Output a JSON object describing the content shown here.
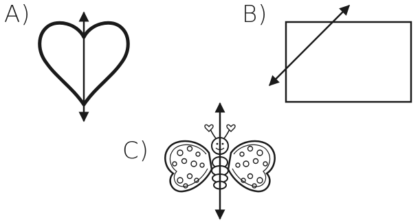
{
  "labels": {
    "a": "A)",
    "b": "B)",
    "c": "C)"
  },
  "figures": {
    "a": {
      "shape": "heart",
      "icon": "heart-icon"
    },
    "b": {
      "shape": "rectangle",
      "icon": "rectangle-icon"
    },
    "c": {
      "shape": "butterfly",
      "icon": "butterfly-icon"
    }
  },
  "colors": {
    "stroke": "#1a1a1a",
    "background": "#ffffff"
  }
}
